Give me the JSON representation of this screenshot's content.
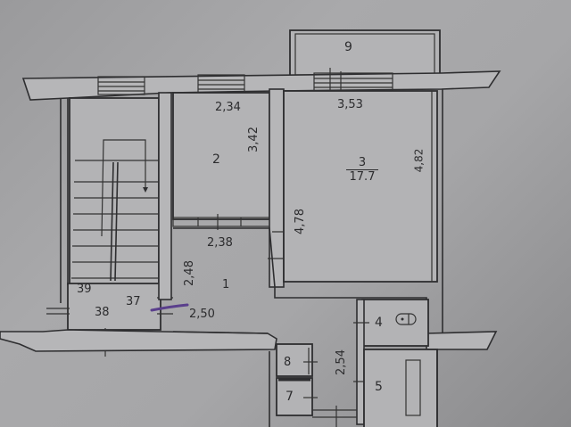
{
  "plan": {
    "type": "apartment floor plan (photo of printed plan)",
    "rooms": [
      {
        "id": "1",
        "label": "1",
        "dims": [
          "2,48",
          "2,38",
          "2,50"
        ]
      },
      {
        "id": "2",
        "label": "2",
        "dims": [
          "2,34",
          "3,42"
        ]
      },
      {
        "id": "3",
        "label": "3",
        "area": "17.7",
        "dims": [
          "3,53",
          "4,78",
          "4,82"
        ]
      },
      {
        "id": "4",
        "label": "4"
      },
      {
        "id": "5",
        "label": "5",
        "dims": [
          "2,54"
        ]
      },
      {
        "id": "7",
        "label": "7"
      },
      {
        "id": "8",
        "label": "8"
      },
      {
        "id": "9",
        "label": "9"
      }
    ],
    "stairwell": {
      "labels": [
        "39",
        "38",
        "37"
      ]
    }
  },
  "labels": {
    "room9": "9",
    "dim_2_34": "2,34",
    "dim_3_53": "3,53",
    "room2": "2",
    "dim_3_42": "3,42",
    "room3": "3",
    "room3_area": "17.7",
    "dim_4_82": "4,82",
    "dim_4_78": "4,78",
    "dim_2_38": "2,38",
    "dim_2_48": "2,48",
    "room1": "1",
    "dim_2_50": "2,50",
    "stair39": "39",
    "stair38": "38",
    "stair37": "37",
    "room4": "4",
    "dim_2_54": "2,54",
    "room5": "5",
    "room8": "8",
    "room7": "7"
  },
  "colors": {
    "paper": "#a9a9ab",
    "ink": "#2e2e30",
    "pen_mark": "#5a3f8c"
  }
}
